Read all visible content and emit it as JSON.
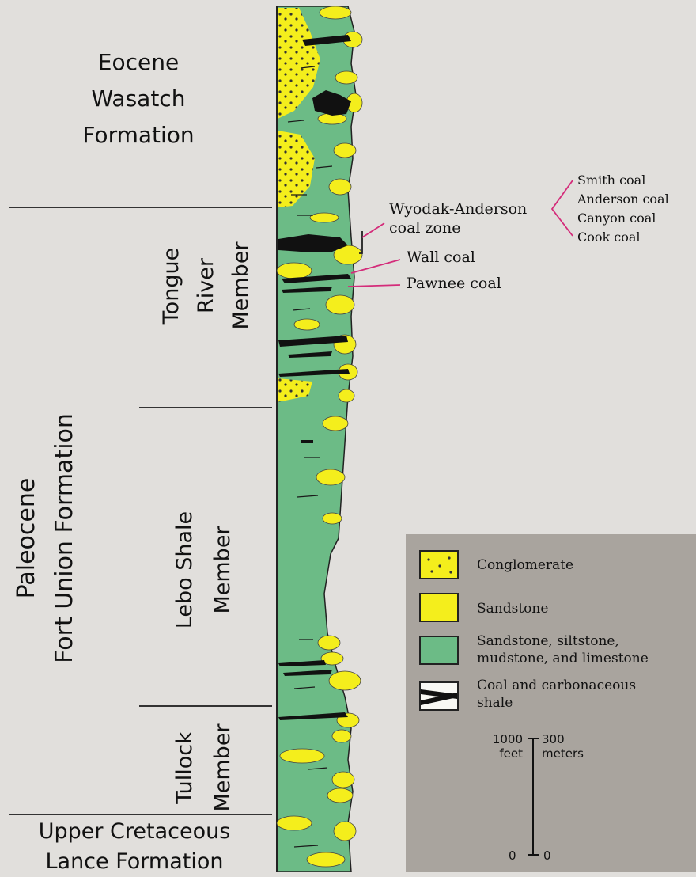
{
  "units": {
    "eocene": [
      "Eocene",
      "Wasatch",
      "Formation"
    ],
    "paleocene": [
      "Paleocene",
      "Fort Union Formation"
    ],
    "cretaceous": [
      "Upper Cretaceous",
      "Lance Formation"
    ]
  },
  "members": {
    "tongue_river": [
      "Tongue",
      "River",
      "Member"
    ],
    "lebo_shale": [
      "Lebo Shale",
      "Member"
    ],
    "tullock": [
      "Tullock",
      "Member"
    ]
  },
  "callouts": {
    "wyodak_line1": "Wyodak-Anderson",
    "wyodak_line2": "coal zone",
    "wall": "Wall coal",
    "pawnee": "Pawnee coal",
    "coal_beds": [
      "Smith coal",
      "Anderson coal",
      "Canyon coal",
      "Cook coal"
    ]
  },
  "legend": {
    "items": [
      {
        "label": "Conglomerate"
      },
      {
        "label": "Sandstone"
      },
      {
        "label": "Sandstone, siltstone,",
        "label2": "mudstone, and limestone"
      },
      {
        "label": "Coal and carbonaceous",
        "label2": "shale"
      }
    ],
    "scale": {
      "left_top": "1000",
      "left_unit": "feet",
      "right_top": "300",
      "right_unit": "meters",
      "left_bottom": "0",
      "right_bottom": "0"
    }
  },
  "colors": {
    "background": "#e1dfdc",
    "column_green": "#6cbb86",
    "sandstone_yellow": "#f4ee1c",
    "coal_black": "#111111",
    "callout_line": "#d42c7a",
    "legend_bg": "#a9a49e"
  }
}
